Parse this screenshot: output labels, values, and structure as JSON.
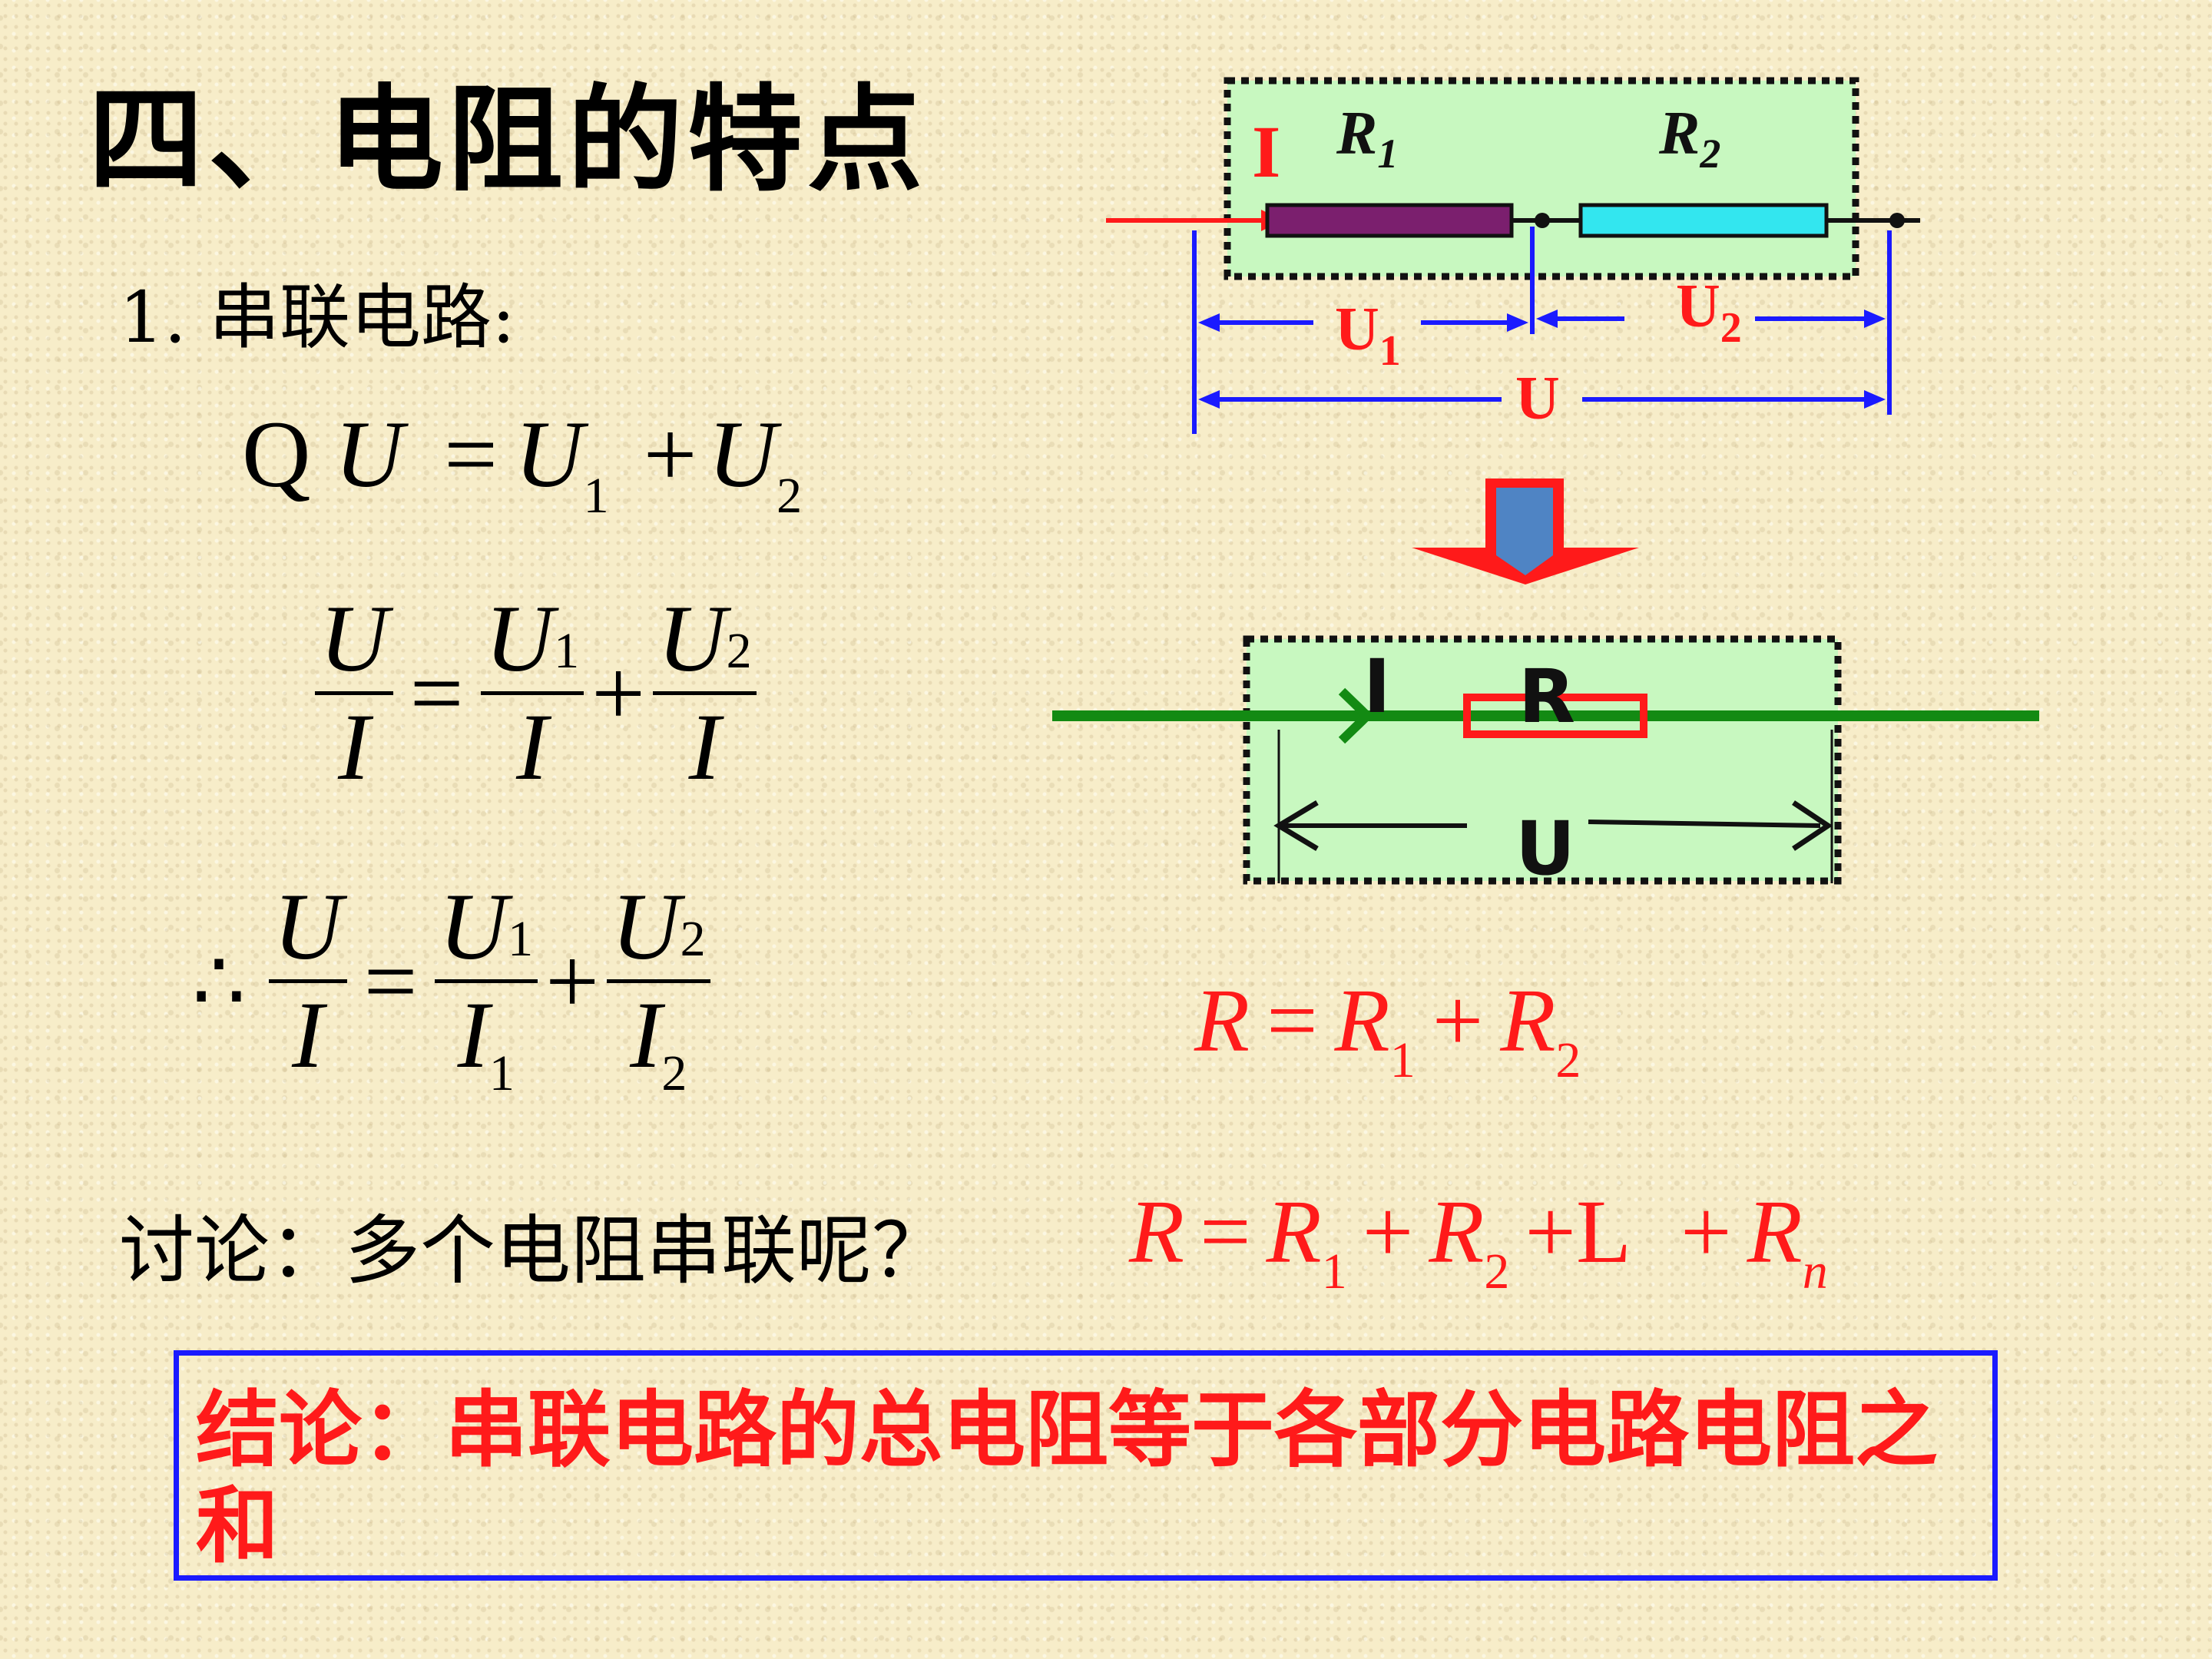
{
  "slide": {
    "title": "四、电阻的特点",
    "section": "1. 串联电路:"
  },
  "equations": {
    "step1": {
      "prefix": "Q",
      "lhs": "U",
      "eq": "=",
      "a": "U",
      "a_sub": "1",
      "plus": "+",
      "b": "U",
      "b_sub": "2"
    },
    "step2": {
      "num": "U",
      "den": "I",
      "eq": "=",
      "n1": "U",
      "n1_sub": "1",
      "d1": "I",
      "plus": "+",
      "n2": "U",
      "n2_sub": "2",
      "d2": "I"
    },
    "step3": {
      "therefore": "∴",
      "num": "U",
      "den": "I",
      "eq": "=",
      "n1": "U",
      "n1_sub": "1",
      "d1": "I",
      "d1_sub": "1",
      "plus": "+",
      "n2": "U",
      "n2_sub": "2",
      "d2": "I",
      "d2_sub": "2"
    }
  },
  "result": {
    "lhs": "R",
    "eq": "=",
    "a": "R",
    "a_sub": "1",
    "plus": "+",
    "b": "R",
    "b_sub": "2"
  },
  "discussion": {
    "question": "讨论：多个电阻串联呢？",
    "formula": {
      "lhs": "R",
      "eq": "=",
      "a": "R",
      "a_sub": "1",
      "p1": "+",
      "b": "R",
      "b_sub": "2",
      "p2": "+L",
      "p3": "+",
      "n": "R",
      "n_sub": "n"
    }
  },
  "conclusion": {
    "text": "结论：串联电路的总电阻等于各部分电路电阻之和"
  },
  "diagram_top": {
    "current_label": "I",
    "r1_label": "R",
    "r1_sub": "1",
    "r2_label": "R",
    "r2_sub": "2",
    "u1_label": "U",
    "u1_sub": "1",
    "u2_label": "U",
    "u2_sub": "2",
    "u_label": "U"
  },
  "diagram_bottom": {
    "current_label": "I",
    "r_label": "R",
    "u_label": "U"
  },
  "colors": {
    "resistor1": "#7b1f6e",
    "resistor2": "#33e6ef",
    "box_fill": "#c8f8c0",
    "wire_green": "#138a13",
    "dim_blue": "#1a1aff",
    "arrow_red": "#ff1a1a",
    "arrow_blue": "#4f84c4"
  }
}
